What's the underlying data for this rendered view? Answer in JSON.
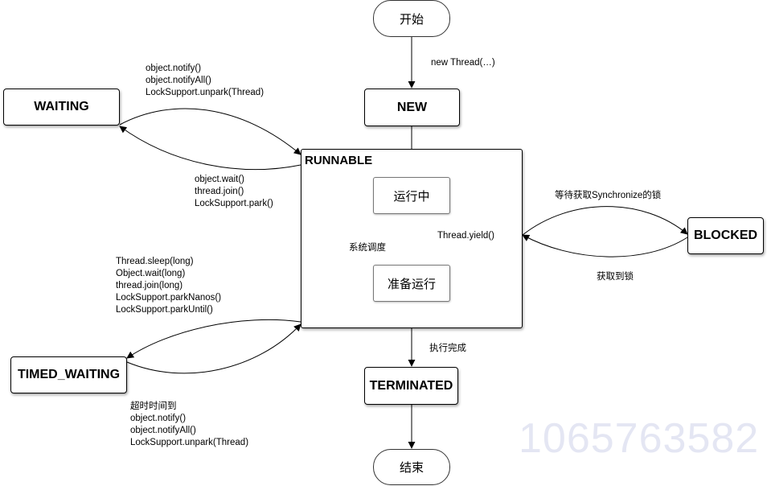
{
  "states": {
    "start": "开始",
    "new": "NEW",
    "waiting": "WAITING",
    "runnable": "RUNNABLE",
    "running": "运行中",
    "ready": "准备运行",
    "blocked": "BLOCKED",
    "timed_waiting": "TIMED_WAITING",
    "terminated": "TERMINATED",
    "end": "结束"
  },
  "edge_labels": {
    "start_to_new": "new Thread(…)",
    "waiting_to_runnable": [
      "object.notify()",
      "object.notifyAll()",
      "LockSupport.unpark(Thread)"
    ],
    "runnable_to_waiting": [
      "object.wait()",
      "thread.join()",
      "LockSupport.park()"
    ],
    "runnable_to_timed_waiting": [
      "Thread.sleep(long)",
      "Object.wait(long)",
      "thread.join(long)",
      "LockSupport.parkNanos()",
      "LockSupport.parkUntil()"
    ],
    "timed_waiting_to_runnable": [
      "超时时间到",
      "object.notify()",
      "object.notifyAll()",
      "LockSupport.unpark(Thread)"
    ],
    "runnable_to_blocked": "等待获取Synchronize的锁",
    "blocked_to_runnable": "获取到锁",
    "ready_to_running": "系统调度",
    "running_to_ready": "Thread.yield()",
    "runnable_to_terminated": "执行完成"
  },
  "watermark": "1065763582"
}
